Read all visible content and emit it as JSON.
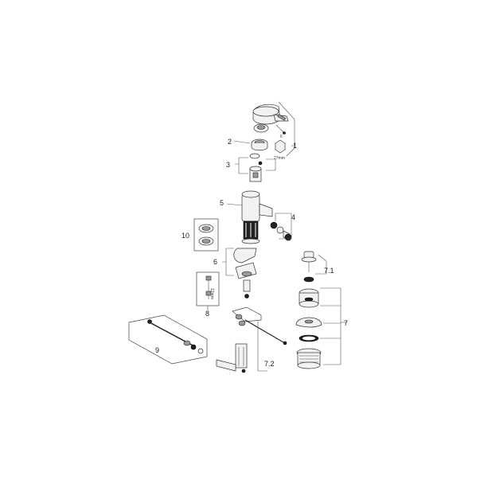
{
  "labels": {
    "l1": "1",
    "l2": "2",
    "l3": "3",
    "l4": "4",
    "l5": "5",
    "l6": "6",
    "l7": "7",
    "l71": "7.1",
    "l72": "7.2",
    "l8": "8",
    "l9": "9",
    "l10": "10"
  },
  "annotations": {
    "wrench": "27mm",
    "mark6": "6",
    "dim8": "12mm"
  }
}
